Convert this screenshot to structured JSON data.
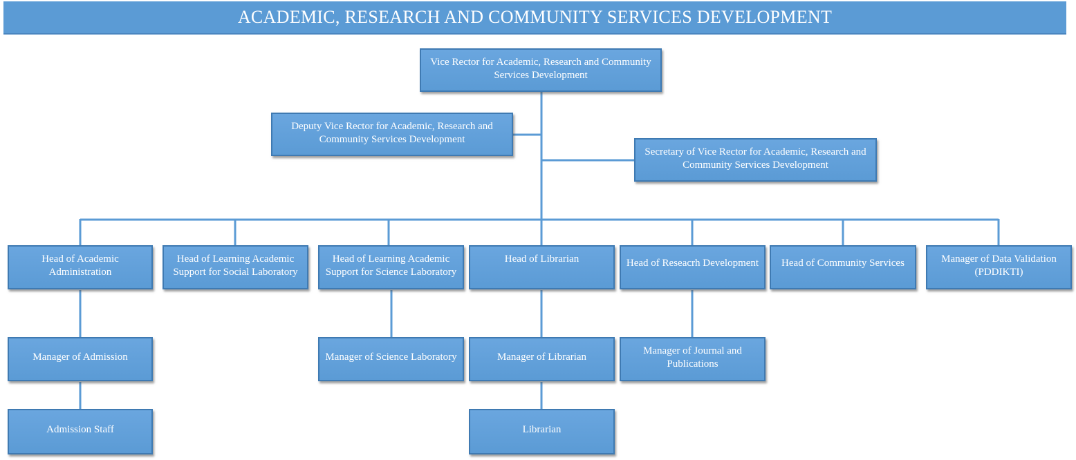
{
  "title": "ACADEMIC, RESEARCH AND COMMUNITY SERVICES DEVELOPMENT",
  "nodes": {
    "vice_rector": "Vice Rector for Academic, Research and Community Services Development",
    "deputy_vice_rector": "Deputy Vice Rector for Academic, Research and Community Services Development",
    "secretary": "Secretary of Vice Rector for Academic, Research and Community Services Development",
    "head_academic_admin": "Head of Academic Administration",
    "head_social_lab": "Head of Learning Academic Support for Social Laboratory",
    "head_science_lab": "Head of Learning Academic Support for Science Laboratory",
    "head_librarian": "Head of Librarian",
    "head_research": "Head of Reseacrh Development",
    "head_community": "Head of Community Services",
    "manager_data_validation": "Manager of Data Validation (PDDIKTI)",
    "manager_admission": "Manager of Admission",
    "manager_science_lab": "Manager of Science Laboratory",
    "manager_librarian": "Manager of Librarian",
    "manager_journal": "Manager of Journal and Publications",
    "admission_staff": "Admission Staff",
    "librarian": "Librarian"
  },
  "colors": {
    "box_fill": "#5b9bd5",
    "box_border": "#3f7ab2",
    "connector": "#5b9bd5",
    "text": "#ffffff"
  }
}
